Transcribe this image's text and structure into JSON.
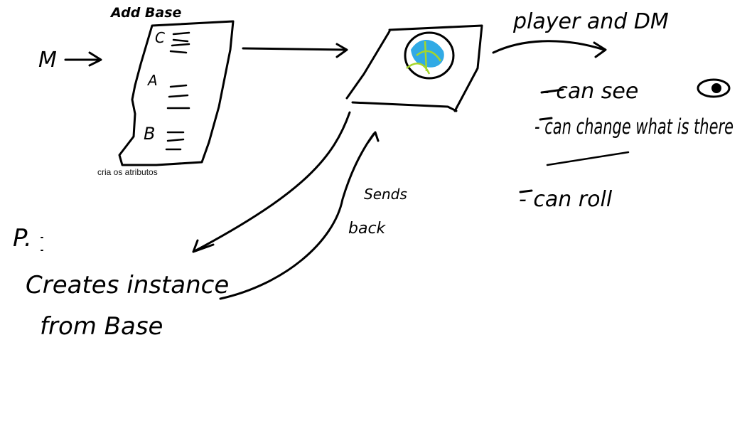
{
  "diagram": {
    "source_arrow_label": "M",
    "base_sheet_header": "Add Base",
    "sheet_attributes": [
      "C",
      "A",
      "B"
    ],
    "sheet_caption": "cria os atributos",
    "audience_label": "player and DM",
    "capabilities": [
      "- can see",
      "- can change what is there",
      "- can roll"
    ],
    "player_label": "P.",
    "player_action": [
      "Creates instance",
      "from Base"
    ],
    "return_label": [
      "Sends",
      "back"
    ]
  },
  "colors": {
    "ink": "#000000",
    "globe_water": "#1ba1e2",
    "globe_land": "#a5d62a",
    "background": "#ffffff"
  },
  "icons": [
    "eye-icon",
    "globe-icon"
  ]
}
